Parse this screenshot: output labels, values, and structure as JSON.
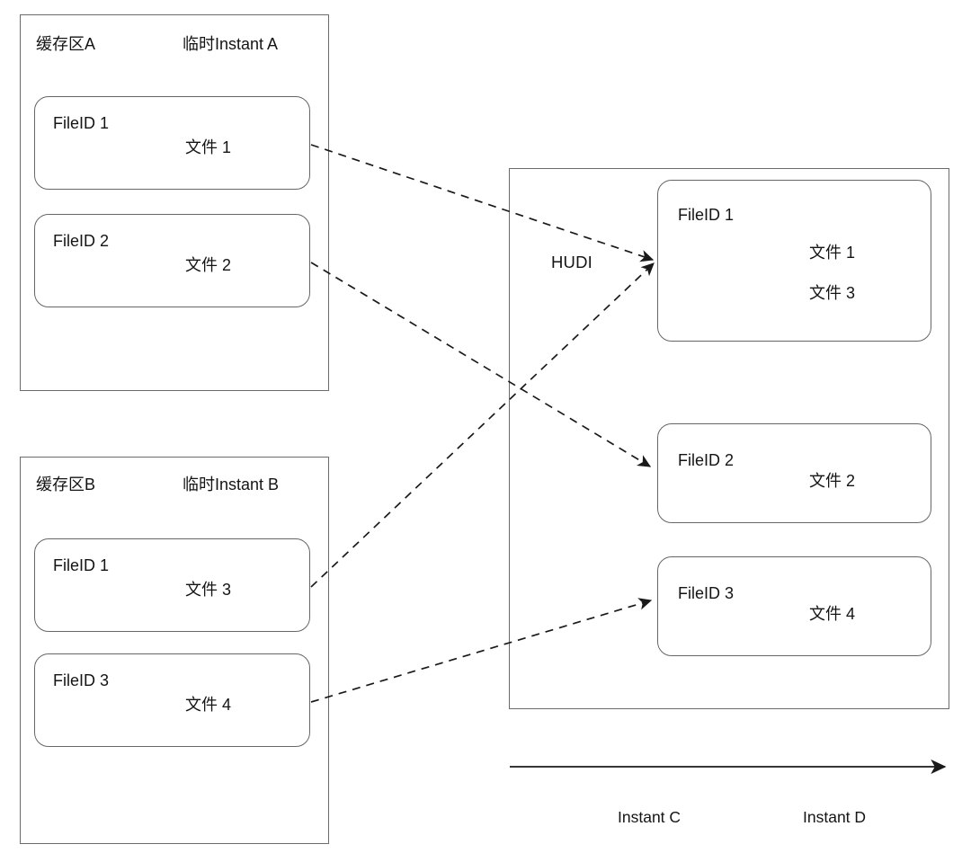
{
  "diagram": {
    "title": "HUDI buffer-to-instant file mapping diagram",
    "colors": {
      "stroke": "#666666",
      "text": "#141414",
      "arrow": "#1a1a1a",
      "background": "#ffffff"
    }
  },
  "buffers": [
    {
      "id": "buffer-a",
      "name": "缓存区A",
      "instant": "临时Instant A",
      "cards": [
        {
          "file_id": "FileID 1",
          "files": [
            "文件 1"
          ]
        },
        {
          "file_id": "FileID 2",
          "files": [
            "文件 2"
          ]
        }
      ]
    },
    {
      "id": "buffer-b",
      "name": "缓存区B",
      "instant": "临时Instant B",
      "cards": [
        {
          "file_id": "FileID 1",
          "files": [
            "文件 3"
          ]
        },
        {
          "file_id": "FileID 3",
          "files": [
            "文件 4"
          ]
        }
      ]
    }
  ],
  "hudi": {
    "label": "HUDI",
    "cards": [
      {
        "file_id": "FileID 1",
        "files": [
          "文件 1",
          "文件 3"
        ]
      },
      {
        "file_id": "FileID 2",
        "files": [
          "文件 2"
        ]
      },
      {
        "file_id": "FileID 3",
        "files": [
          "文件 4"
        ]
      }
    ]
  },
  "timeline": {
    "instants": [
      "Instant C",
      "Instant D"
    ]
  },
  "connections": [
    {
      "from": "buffer-a / FileID 1 (文件 1)",
      "to": "hudi / FileID 1",
      "style": "dashed-arrow"
    },
    {
      "from": "buffer-a / FileID 2 (文件 2)",
      "to": "hudi / FileID 2",
      "style": "dashed-arrow"
    },
    {
      "from": "buffer-b / FileID 1 (文件 3)",
      "to": "hudi / FileID 1",
      "style": "dashed-arrow"
    },
    {
      "from": "buffer-b / FileID 3 (文件 4)",
      "to": "hudi / FileID 3",
      "style": "dashed-arrow"
    }
  ]
}
